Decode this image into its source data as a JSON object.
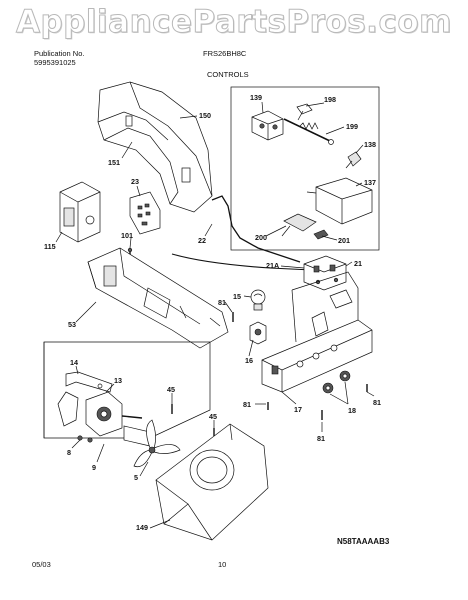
{
  "watermark": "AppliancePartsPros.com",
  "header": {
    "publication_label": "Publication No.",
    "publication_number": "5995391025",
    "model": "FRS26BH8C",
    "section": "CONTROLS"
  },
  "diagram_code": "N58TAAAAB3",
  "footer": {
    "date": "05/03",
    "page": "10"
  },
  "callouts": {
    "c139": "139",
    "c198": "198",
    "c199": "199",
    "c138": "138",
    "c137": "137",
    "c200": "200",
    "c201": "201",
    "c150": "150",
    "c151": "151",
    "c23": "23",
    "c115": "115",
    "c101": "101",
    "c22": "22",
    "c21A": "21A",
    "c21": "21",
    "c15": "15",
    "c81a": "81",
    "c53": "53",
    "c16": "16",
    "c14": "14",
    "c13": "13",
    "c45a": "45",
    "c45b": "45",
    "c8": "8",
    "c9": "9",
    "c5": "5",
    "c149": "149",
    "c81b": "81",
    "c17": "17",
    "c18": "18",
    "c81c": "81",
    "c81d": "81"
  }
}
